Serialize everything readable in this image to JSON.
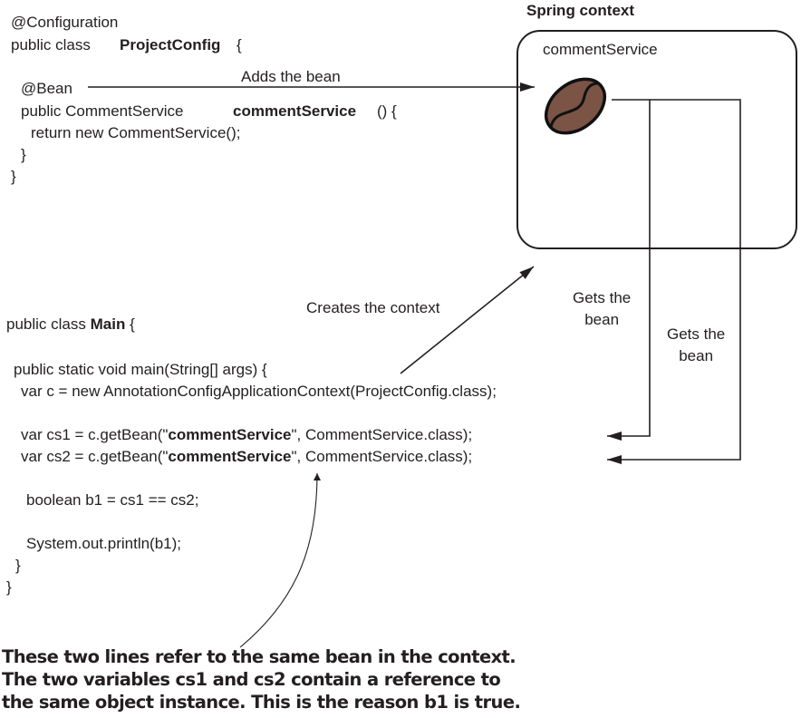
{
  "config_code": {
    "annotation": "@Configuration",
    "class_decl_prefix": "public class",
    "class_name": "ProjectConfig",
    "class_open": "{",
    "bean_annotation": "@Bean",
    "method_prefix": "public CommentService",
    "method_name": "commentService",
    "method_suffix": "() {",
    "return_stmt": "return new CommentService();",
    "method_close": "}",
    "class_close": "}"
  },
  "main_code": {
    "class_decl_prefix": "public class ",
    "class_name": "Main",
    "class_open": " {",
    "main_method": "public static void main(String[] args) {",
    "context_line": "var c = new AnnotationConfigApplicationContext(ProjectConfig.class);",
    "cs1_prefix": "var cs1 = c.getBean(\"",
    "cs1_bean": "commentService",
    "cs1_suffix": "\", CommentService.class);",
    "cs2_prefix": "var cs2 = c.getBean(\"",
    "cs2_bean": "commentService",
    "cs2_suffix": "\", CommentService.class);",
    "compare_line": "boolean b1 = cs1 == cs2;",
    "print_line": "System.out.println(b1);",
    "method_close": "}",
    "class_close": "}"
  },
  "spring_context": {
    "title": "Spring context",
    "bean_label": "commentService",
    "bean_icon": "coffee-bean-icon",
    "bean_color": "#7b5446"
  },
  "arrows": {
    "adds_bean": "Adds the bean",
    "creates_context": "Creates the context",
    "gets_bean_1": "Gets the\nbean",
    "gets_bean_2": "Gets the\nbean"
  },
  "annotation_note": "These two lines refer to the same bean in the context.\nThe two variables cs1 and cs2 contain a reference to\nthe same object instance. This is the reason b1 is true."
}
